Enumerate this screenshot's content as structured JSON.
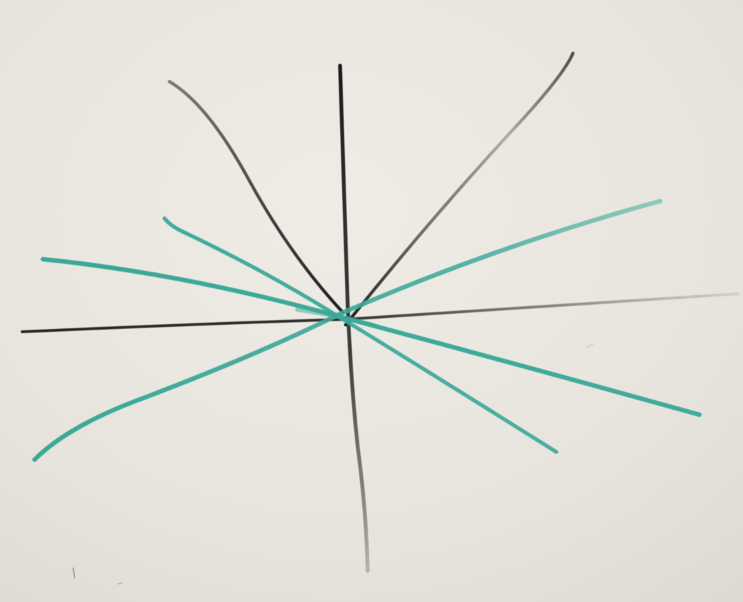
{
  "scene": {
    "colors": {
      "board_light": "#efece6",
      "board_mid": "#e7e4dd",
      "board_dark": "#dcd8d1",
      "marker_black": "#1c1c1c",
      "marker_teal": "#3aa898"
    },
    "strokes": [
      {
        "name": "black-stroke-horizontal",
        "color": "black"
      },
      {
        "name": "black-stroke-vertical",
        "color": "black"
      },
      {
        "name": "black-stroke-upper-left",
        "color": "black"
      },
      {
        "name": "black-stroke-upper-right",
        "color": "black"
      },
      {
        "name": "teal-stroke-wide-left",
        "color": "teal"
      },
      {
        "name": "teal-stroke-upper-left",
        "color": "teal"
      },
      {
        "name": "teal-stroke-lower-left",
        "color": "teal"
      },
      {
        "name": "teal-stroke-right",
        "color": "teal"
      }
    ]
  }
}
